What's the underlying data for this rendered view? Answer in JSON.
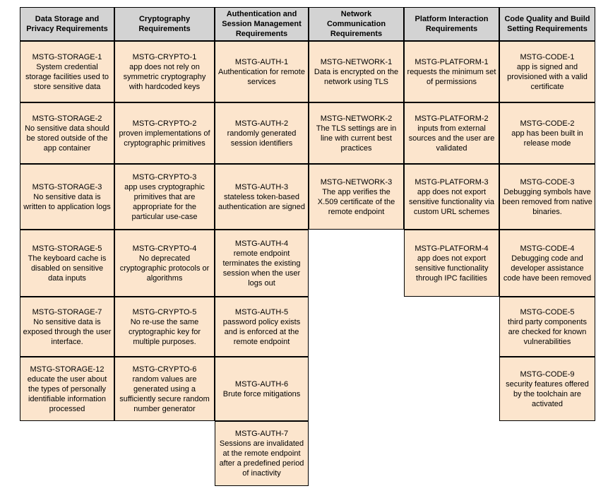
{
  "colors": {
    "header_bg": "#d3d3d3",
    "cell_bg": "#fce5cd",
    "border": "#000000"
  },
  "table": {
    "columns": [
      {
        "header": "Data Storage and Privacy Requirements",
        "cells": [
          {
            "id": "MSTG-STORAGE-1",
            "text": "System credential storage facilities used to store sensitive data"
          },
          {
            "id": "MSTG-STORAGE-2",
            "text": "No sensitive data should be stored outside of the app container"
          },
          {
            "id": "MSTG-STORAGE-3",
            "text": "No sensitive data is written to application logs"
          },
          {
            "id": "MSTG-STORAGE-5",
            "text": "The keyboard cache is disabled on sensitive data inputs"
          },
          {
            "id": "MSTG-STORAGE-7",
            "text": "No sensitive data is exposed through the user interface."
          },
          {
            "id": "MSTG-STORAGE-12",
            "text": "educate the user about the types of personally identifiable information processed"
          }
        ]
      },
      {
        "header": "Cryptography Requirements",
        "cells": [
          {
            "id": "MSTG-CRYPTO-1",
            "text": "app does not rely on symmetric cryptography with hardcoded keys"
          },
          {
            "id": "MSTG-CRYPTO-2",
            "text": "proven implementations of cryptographic primitives"
          },
          {
            "id": "MSTG-CRYPTO-3",
            "text": "app uses cryptographic primitives that are appropriate for the particular use-case"
          },
          {
            "id": "MSTG-CRYPTO-4",
            "text": "No deprecated cryptographic protocols or algorithms"
          },
          {
            "id": "MSTG-CRYPTO-5",
            "text": "No re-use the same cryptographic key for multiple purposes."
          },
          {
            "id": "MSTG-CRYPTO-6",
            "text": "random values are generated using a sufficiently secure random number generator"
          }
        ]
      },
      {
        "header": "Authentication and Session Management Requirements",
        "cells": [
          {
            "id": "MSTG-AUTH-1",
            "text": "Authentication for remote services"
          },
          {
            "id": "MSTG-AUTH-2",
            "text": "randomly generated session identifiers"
          },
          {
            "id": "MSTG-AUTH-3",
            "text": "stateless token-based authentication are signed"
          },
          {
            "id": "MSTG-AUTH-4",
            "text": "remote endpoint terminates the existing session when the user logs out"
          },
          {
            "id": "MSTG-AUTH-5",
            "text": "password policy exists and is enforced at the remote endpoint"
          },
          {
            "id": "MSTG-AUTH-6",
            "text": "Brute force mitigations"
          },
          {
            "id": "MSTG-AUTH-7",
            "text": "Sessions are invalidated at the remote endpoint after a predefined period of inactivity"
          }
        ]
      },
      {
        "header": "Network Communication Requirements",
        "cells": [
          {
            "id": "MSTG-NETWORK-1",
            "text": "Data is encrypted on the network using TLS"
          },
          {
            "id": "MSTG-NETWORK-2",
            "text": "The TLS settings are in line with current best practices"
          },
          {
            "id": "MSTG-NETWORK-3",
            "text": "The app verifies the X.509 certificate of the remote endpoint"
          }
        ]
      },
      {
        "header": "Platform Interaction Requirements",
        "cells": [
          {
            "id": "MSTG-PLATFORM-1",
            "text": "requests the minimum set of permissions"
          },
          {
            "id": "MSTG-PLATFORM-2",
            "text": "inputs from external sources and the user are validated"
          },
          {
            "id": "MSTG-PLATFORM-3",
            "text": "app does not export sensitive functionality via custom URL schemes"
          },
          {
            "id": "MSTG-PLATFORM-4",
            "text": "app does not export sensitive functionality through IPC facilities"
          }
        ]
      },
      {
        "header": "Code Quality and Build Setting Requirements",
        "cells": [
          {
            "id": "MSTG-CODE-1",
            "text": "app is signed and provisioned with a valid certificate"
          },
          {
            "id": "MSTG-CODE-2",
            "text": "app has been built in release mode"
          },
          {
            "id": "MSTG-CODE-3",
            "text": "Debugging symbols have been removed from native binaries."
          },
          {
            "id": "MSTG-CODE-4",
            "text": "Debugging code and developer assistance code have been removed"
          },
          {
            "id": "MSTG-CODE-5",
            "text": "third party components are checked for known vulnerabilities"
          },
          {
            "id": "MSTG-CODE-9",
            "text": "security features offered by the toolchain are activated"
          }
        ]
      }
    ]
  }
}
